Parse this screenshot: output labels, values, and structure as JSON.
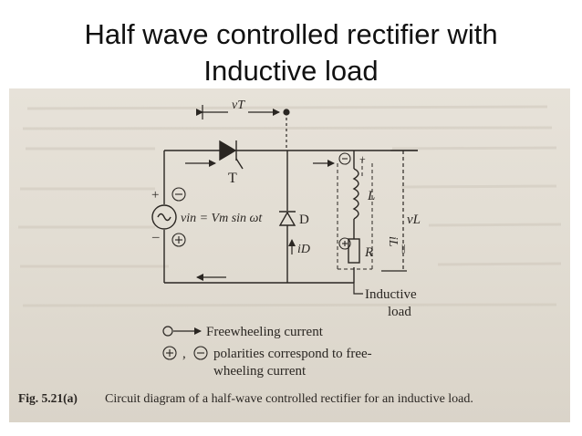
{
  "slide": {
    "title_line1": "Half wave controlled rectifier with",
    "title_line2": "Inductive load"
  },
  "figure": {
    "labels": {
      "vT": "vT",
      "thyristor": "T",
      "source": "vin = Vm sin ωt",
      "diode": "D",
      "diode_current": "iD",
      "inductor": "L",
      "resistor": "R",
      "load_voltage": "vL",
      "load_current": "iL",
      "load_name_line1": "Inductive",
      "load_name_line2": "load"
    },
    "legend": {
      "freewheel_current": "Freewheeling current",
      "polarities_line1": "polarities correspond to free-",
      "polarities_line2": "wheeling current",
      "comma": ","
    },
    "caption": {
      "number": "Fig. 5.21(a)",
      "text": "Circuit diagram of a half-wave controlled rectifier for an inductive load."
    }
  }
}
